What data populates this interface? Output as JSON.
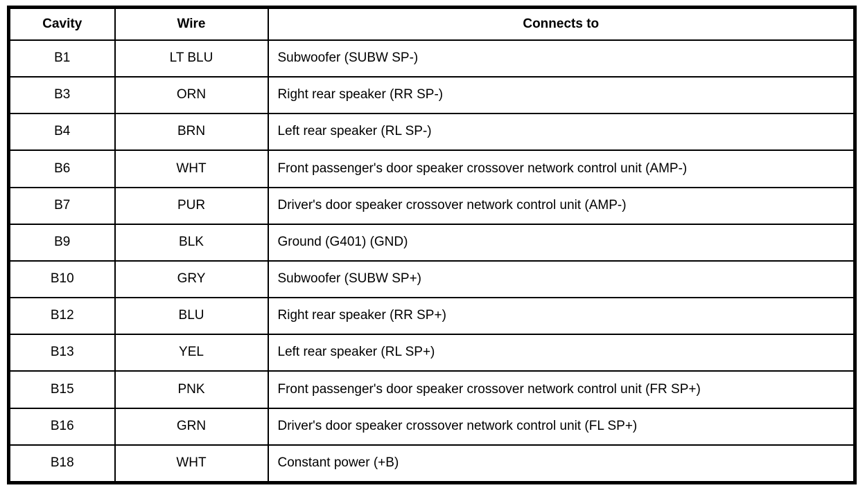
{
  "table": {
    "headers": {
      "cavity": "Cavity",
      "wire": "Wire",
      "connects": "Connects to"
    },
    "rows": [
      {
        "cavity": "B1",
        "wire": "LT BLU",
        "connects": "Subwoofer (SUBW SP-)"
      },
      {
        "cavity": "B3",
        "wire": "ORN",
        "connects": "Right rear speaker (RR SP-)"
      },
      {
        "cavity": "B4",
        "wire": "BRN",
        "connects": "Left rear speaker (RL SP-)"
      },
      {
        "cavity": "B6",
        "wire": "WHT",
        "connects": "Front passenger's door speaker crossover network control unit (AMP-)"
      },
      {
        "cavity": "B7",
        "wire": "PUR",
        "connects": "Driver's door speaker crossover network control unit (AMP-)"
      },
      {
        "cavity": "B9",
        "wire": "BLK",
        "connects": "Ground (G401) (GND)"
      },
      {
        "cavity": "B10",
        "wire": "GRY",
        "connects": "Subwoofer (SUBW SP+)"
      },
      {
        "cavity": "B12",
        "wire": "BLU",
        "connects": "Right rear speaker (RR SP+)"
      },
      {
        "cavity": "B13",
        "wire": "YEL",
        "connects": "Left rear speaker (RL SP+)"
      },
      {
        "cavity": "B15",
        "wire": "PNK",
        "connects": "Front passenger's door speaker crossover network control unit (FR SP+)"
      },
      {
        "cavity": "B16",
        "wire": "GRN",
        "connects": "Driver's door speaker crossover network control unit (FL SP+)"
      },
      {
        "cavity": "B18",
        "wire": "WHT",
        "connects": "Constant power (+B)"
      }
    ],
    "colors": {
      "border": "#000000",
      "text": "#000000",
      "background": "#ffffff"
    }
  }
}
